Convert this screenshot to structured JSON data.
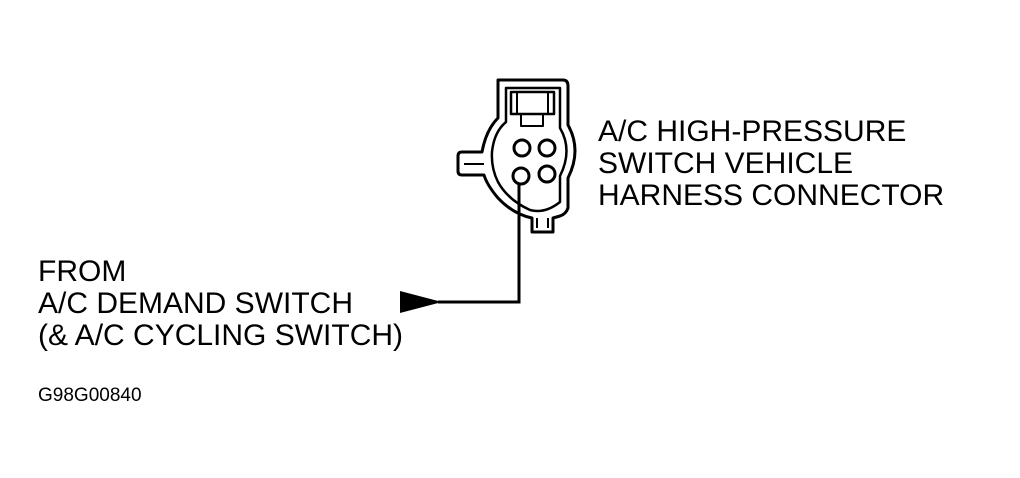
{
  "diagram": {
    "connector_label": {
      "line1": "A/C HIGH-PRESSURE",
      "line2": "SWITCH VEHICLE",
      "line3": "HARNESS CONNECTOR"
    },
    "source_label": {
      "line1": "FROM",
      "line2": "A/C DEMAND SWITCH",
      "line3": "(& A/C CYCLING SWITCH)"
    },
    "figure_id": "G98G00840",
    "connector_pins": 4,
    "colors": {
      "ink": "#000000",
      "background": "#ffffff"
    },
    "icons": [
      "connector-icon",
      "arrow-icon"
    ]
  }
}
